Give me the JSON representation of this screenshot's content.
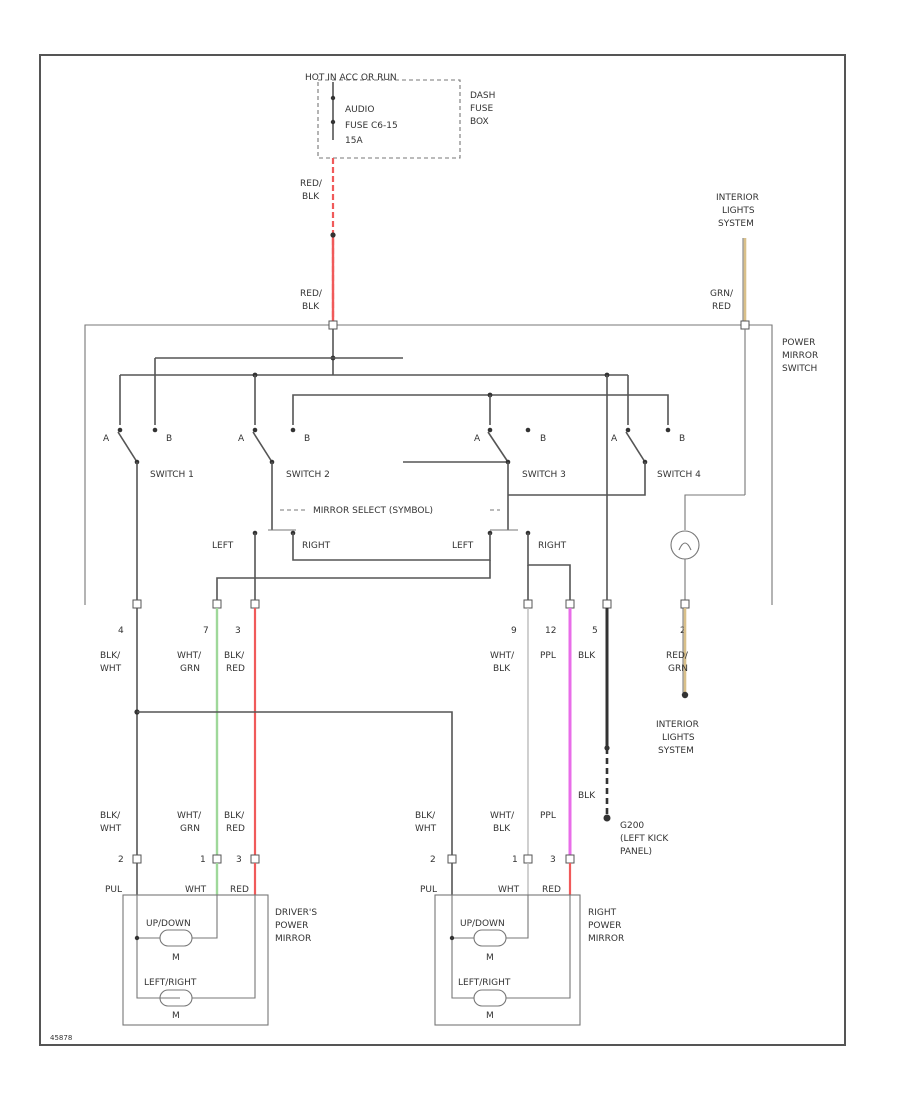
{
  "fuse": {
    "hot_label": "HOT IN ACC OR RUN",
    "fuse_name": "AUDIO",
    "fuse_id": "FUSE C6-15",
    "fuse_amp": "15A",
    "box_lines": [
      "DASH",
      "FUSE",
      "BOX"
    ]
  },
  "wires": {
    "red_blk_upper": [
      "RED/",
      "BLK"
    ],
    "red_blk_lower": [
      "RED/",
      "BLK"
    ],
    "grn_red": [
      "GRN/",
      "RED"
    ],
    "pins_top": [
      "4",
      "7",
      "3",
      "9",
      "12",
      "5",
      "2"
    ],
    "colors_top": [
      [
        "BLK/",
        "WHT"
      ],
      [
        "WHT/",
        "GRN"
      ],
      [
        "BLK/",
        "RED"
      ],
      [
        "WHT/",
        "BLK"
      ],
      [
        "PPL"
      ],
      [
        "BLK"
      ],
      [
        "RED/",
        "GRN"
      ]
    ],
    "colors_bottom": [
      [
        "BLK/",
        "WHT"
      ],
      [
        "WHT/",
        "GRN"
      ],
      [
        "BLK/",
        "RED"
      ],
      [
        "BLK/",
        "WHT"
      ],
      [
        "WHT/",
        "BLK"
      ],
      [
        "PPL"
      ],
      [
        "BLK"
      ]
    ],
    "pins_bottom": [
      "2",
      "1",
      "3",
      "2",
      "1",
      "3"
    ]
  },
  "labels": {
    "interior_lights_top": [
      "INTERIOR",
      "LIGHTS",
      "SYSTEM"
    ],
    "interior_lights_bottom": [
      "INTERIOR",
      "LIGHTS",
      "SYSTEM"
    ],
    "power_mirror_switch": [
      "POWER",
      "MIRROR",
      "SWITCH"
    ],
    "switch_names": [
      "SWITCH 1",
      "SWITCH 2",
      "SWITCH 3",
      "SWITCH 4"
    ],
    "contact_a": "A",
    "contact_b": "B",
    "selector": "MIRROR SELECT (SYMBOL)",
    "left": "LEFT",
    "right": "RIGHT",
    "ground": [
      "G200",
      "(LEFT KICK",
      "PANEL)"
    ],
    "drivers_mirror": [
      "DRIVER'S",
      "POWER",
      "MIRROR"
    ],
    "right_mirror": [
      "RIGHT",
      "POWER",
      "MIRROR"
    ],
    "motor_pin_labels": [
      "PUL",
      "WHT",
      "RED"
    ],
    "up_down": "UP/DOWN",
    "left_right": "LEFT/RIGHT",
    "motor": "M",
    "diagram_id": "45878"
  },
  "colors": {
    "red_wire": "#f05a5a",
    "green_wire": "#9fd89a",
    "purple_wire": "#e86de8",
    "tan_wire": "#d9c08a",
    "line": "#555555"
  }
}
